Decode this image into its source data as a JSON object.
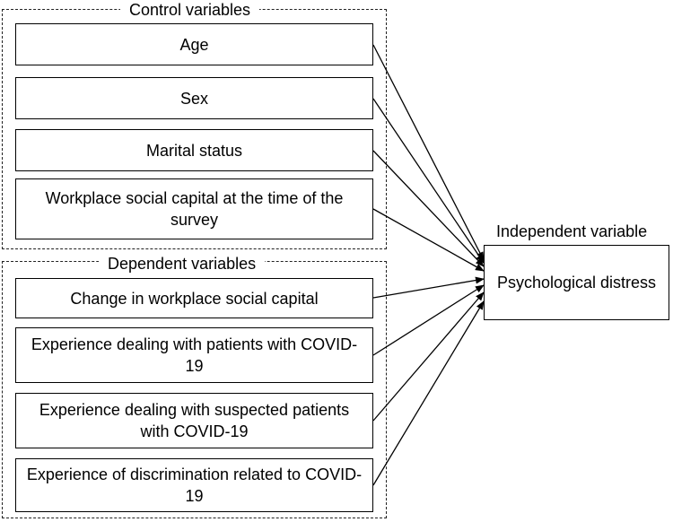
{
  "control_group": {
    "title": "Control variables",
    "items": [
      "Age",
      "Sex",
      "Marital status",
      "Workplace social capital at the time of the survey"
    ]
  },
  "dependent_group": {
    "title": "Dependent variables",
    "items": [
      "Change in workplace social capital",
      "Experience dealing with patients with COVID-19",
      "Experience dealing with suspected patients with COVID-19",
      "Experience of discrimination related to COVID-19"
    ]
  },
  "outcome": {
    "heading": "Independent variable",
    "label": "Psychological distress"
  },
  "colors": {
    "line": "#000000",
    "dashed_border": "#222222"
  }
}
